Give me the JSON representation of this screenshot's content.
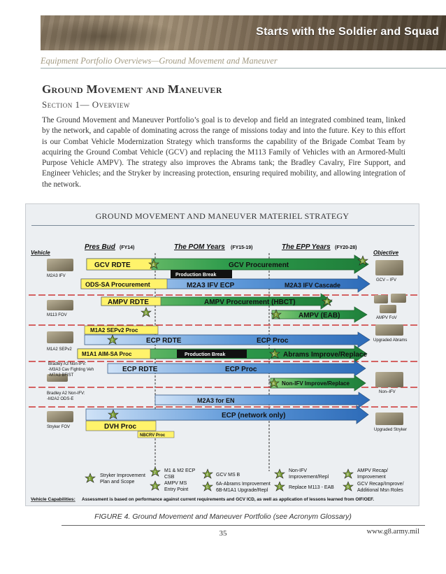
{
  "banner": {
    "title": "Starts with the Soldier and Squad"
  },
  "header": {
    "subtitle": "Equipment Portfolio Overviews—Ground Movement and Maneuver"
  },
  "section": {
    "title": "Ground Movement and Maneuver",
    "subtitle": "Section 1— Overview",
    "body": "The Ground Movement and Maneuver Portfolio’s goal is to develop and field an integrated combined team, linked by the network, and capable of dominating across the range of missions today and into the future. Key to this effort is our Combat Vehicle Modernization Strategy which transforms the capability of the Brigade Combat Team by acquiring the Ground Combat Vehicle (GCV) and replacing the M113 Family of Vehicles with an Armored-Multi Purpose Vehicle AMPV). The strategy also improves the Abrams tank; the Bradley Cavalry, Fire Support, and Engineer Vehicles; and the Stryker by increasing protection, ensuring required mobility, and allowing integration of the network."
  },
  "figure": {
    "title": "GROUND MOVEMENT AND MANEUVER MATERIEL STRATEGY",
    "col_vehicle": "Vehicle",
    "col_objective": "Objective",
    "periods": [
      {
        "label": "Pres Bud",
        "years": "(FY14)"
      },
      {
        "label": "The POM Years",
        "years": "(FY15-19)"
      },
      {
        "label": "The EPP Years",
        "years": "(FY20-28)"
      }
    ],
    "bars": {
      "gcv_rdte": "GCV RDTE",
      "gcv_procurement": "GCV Procurement",
      "production_break_1": "Production Break",
      "ods_sa": "ODS-SA Procurement",
      "m2a3_ecp": "M2A3 IFV ECP",
      "m2a3_cascade": "M2A3 IFV Cascade",
      "ampv_rdte": "AMPV RDTE",
      "ampv_proc_hbct": "AMPV Procurement (HBCT)",
      "ampv_eab": "AMPV (EAB)",
      "m1a2_sepv2": "M1A2 SEPv2 Proc",
      "ecp_rdte_1": "ECP RDTE",
      "ecp_proc_1": "ECP Proc",
      "m1a1_aim": "M1A1 AIM-SA Proc",
      "production_break_2": "Production Break",
      "abrams_improve": "Abrams Improve/Replace",
      "ecp_rdte_2": "ECP RDTE",
      "ecp_proc_2": "ECP Proc",
      "non_ifv_improve": "Non-IFV Improve/Replace",
      "m2a3_en": "M2A3 for EN",
      "ecp_network": "ECP (network only)",
      "dvh_proc": "DVH Proc",
      "nbcrv_proc": "NBCRV Proc"
    },
    "vehicles_left": {
      "m2a3": "M2A3 IFV",
      "m113": "M113 FOV",
      "m1a2": "M1A2 SEPv2",
      "bradley_a3": [
        "Bradley A3 Non-IFV:",
        "-M3A3 Cav Fighting Veh",
        "-M7A3 BFIST"
      ],
      "bradley_a2": [
        "Bradley A2 Non-IFV:",
        "-M2A2 ODS-E"
      ],
      "stryker": "Stryker FOV"
    },
    "vehicles_right": {
      "gcv": "GCV – IFV",
      "ampv": "AMPV FoV",
      "abrams": "Upgraded Abrams",
      "non_ifv": "Non–IFV",
      "stryker": "Upgraded Stryker"
    },
    "star_labels": [
      "1",
      "2",
      "3",
      "4",
      "5",
      "6",
      "7",
      "8",
      "9",
      "10",
      "11"
    ],
    "legend": [
      {
        "num": "1",
        "text": [
          "Stryker Improvement",
          "Plan and Scope"
        ]
      },
      {
        "num": "2",
        "text": [
          "M1 & M2 ECP",
          "CSB"
        ]
      },
      {
        "num": "3",
        "text": [
          "AMPV MS",
          "Entry Point"
        ]
      },
      {
        "num": "4",
        "text": [
          "GCV MS B"
        ]
      },
      {
        "num": "5",
        "text": [
          "6A-Abrams Improvement",
          "6B-M1A1 Upgrade/Repl"
        ]
      },
      {
        "num": "6",
        "text": [
          "Non-IFV",
          "Improvement/Repl"
        ]
      },
      {
        "num": "7",
        "text": [
          "Replace M113 - EAB"
        ]
      },
      {
        "num": "8",
        "text": [
          "AMPV Recap/",
          "Improvement"
        ]
      },
      {
        "num": "9",
        "text": [
          "GCV Recap/Improve/",
          "Additional Msn Roles"
        ]
      }
    ],
    "capabilities_label": "Vehicle Capabilities:",
    "capabilities_text": "Assessment is based on performance against current requirements and GCV ICD, as well as application of lessons learned from OIF/OEF."
  },
  "caption": "FIGURE 4.  Ground Movement and Maneuver Portfolio (see Acronym Glossary)",
  "footer": {
    "page": "35",
    "site": "www.g8.army.mil"
  },
  "colors": {
    "accent": "#1f4e8c",
    "yellow": "#fff36b",
    "green_arrow": "#2a9a45",
    "blue_arrow": "#3e7fc9"
  }
}
